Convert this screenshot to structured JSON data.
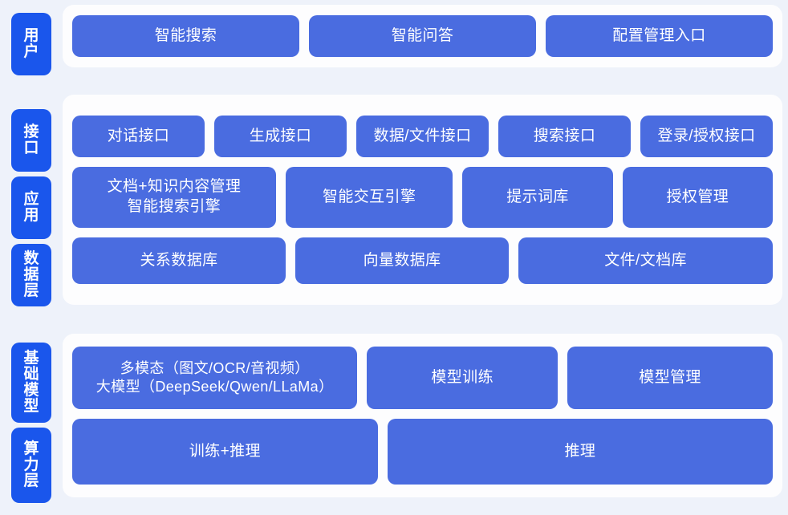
{
  "theme": {
    "page_background": "#eef2fa",
    "panel_background": "#fdfdfe",
    "tab_color": "#1a56ec",
    "box_color": "#4a6ce0",
    "text_color": "#ffffff"
  },
  "sections": [
    {
      "id": "user",
      "tabs": [
        {
          "label": "用户"
        }
      ],
      "rows": [
        {
          "id": "user-entries",
          "boxes": [
            {
              "label": "智能搜索",
              "flex": 1
            },
            {
              "label": "智能问答",
              "flex": 1
            },
            {
              "label": "配置管理入口",
              "flex": 1
            }
          ]
        }
      ]
    },
    {
      "id": "platform",
      "tabs": [
        {
          "label": "接口"
        },
        {
          "label": "应用"
        },
        {
          "label": "数据层"
        }
      ],
      "rows": [
        {
          "id": "interface",
          "boxes": [
            {
              "label": "对话接口",
              "flex": 1
            },
            {
              "label": "生成接口",
              "flex": 1
            },
            {
              "label": "数据/文件接口",
              "flex": 1
            },
            {
              "label": "搜索接口",
              "flex": 1
            },
            {
              "label": "登录/授权接口",
              "flex": 1
            }
          ]
        },
        {
          "id": "application",
          "boxes": [
            {
              "label": "文档+知识内容管理\n智能搜索引擎",
              "flex": 1.38
            },
            {
              "label": "智能交互引擎",
              "flex": 1.12
            },
            {
              "label": "提示词库",
              "flex": 1
            },
            {
              "label": "授权管理",
              "flex": 1
            }
          ]
        },
        {
          "id": "data",
          "boxes": [
            {
              "label": "关系数据库",
              "flex": 1
            },
            {
              "label": "向量数据库",
              "flex": 1
            },
            {
              "label": "文件/文档库",
              "flex": 1.2
            }
          ]
        }
      ]
    },
    {
      "id": "infra",
      "tabs": [
        {
          "label": "基础模型"
        },
        {
          "label": "算力层"
        }
      ],
      "rows": [
        {
          "id": "model",
          "boxes": [
            {
              "label": "多模态（图文/OCR/音视频）\n大模型（DeepSeek/Qwen/LLaMa）",
              "flex": 1.52
            },
            {
              "label": "模型训练",
              "flex": 1
            },
            {
              "label": "模型管理",
              "flex": 1.08
            }
          ]
        },
        {
          "id": "compute",
          "boxes": [
            {
              "label": "训练+推理",
              "flex": 1
            },
            {
              "label": "推理",
              "flex": 1.27
            }
          ]
        }
      ]
    }
  ]
}
